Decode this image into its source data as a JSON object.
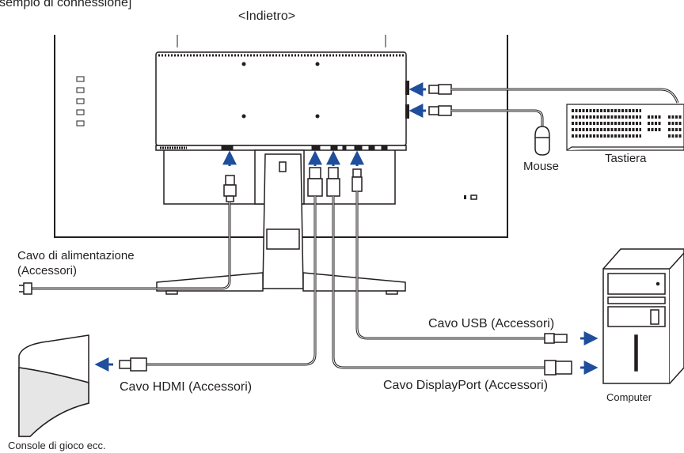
{
  "header": {
    "title": "[Esempio di connessione]",
    "view_label": "<Indietro>"
  },
  "labels": {
    "power_cable": "Cavo di alimentazione",
    "power_accessory": "(Accessori)",
    "usb_cable": "Cavo USB (Accessori)",
    "hdmi_cable": "Cavo HDMI (Accessori)",
    "displayport_cable": "Cavo DisplayPort (Accessori)",
    "mouse": "Mouse",
    "keyboard": "Tastiera",
    "computer": "Computer",
    "game_console": "Console di gioco ecc."
  },
  "colors": {
    "arrow": "#1f4e9c",
    "line": "#231f20",
    "fill": "#e6e6e6"
  }
}
